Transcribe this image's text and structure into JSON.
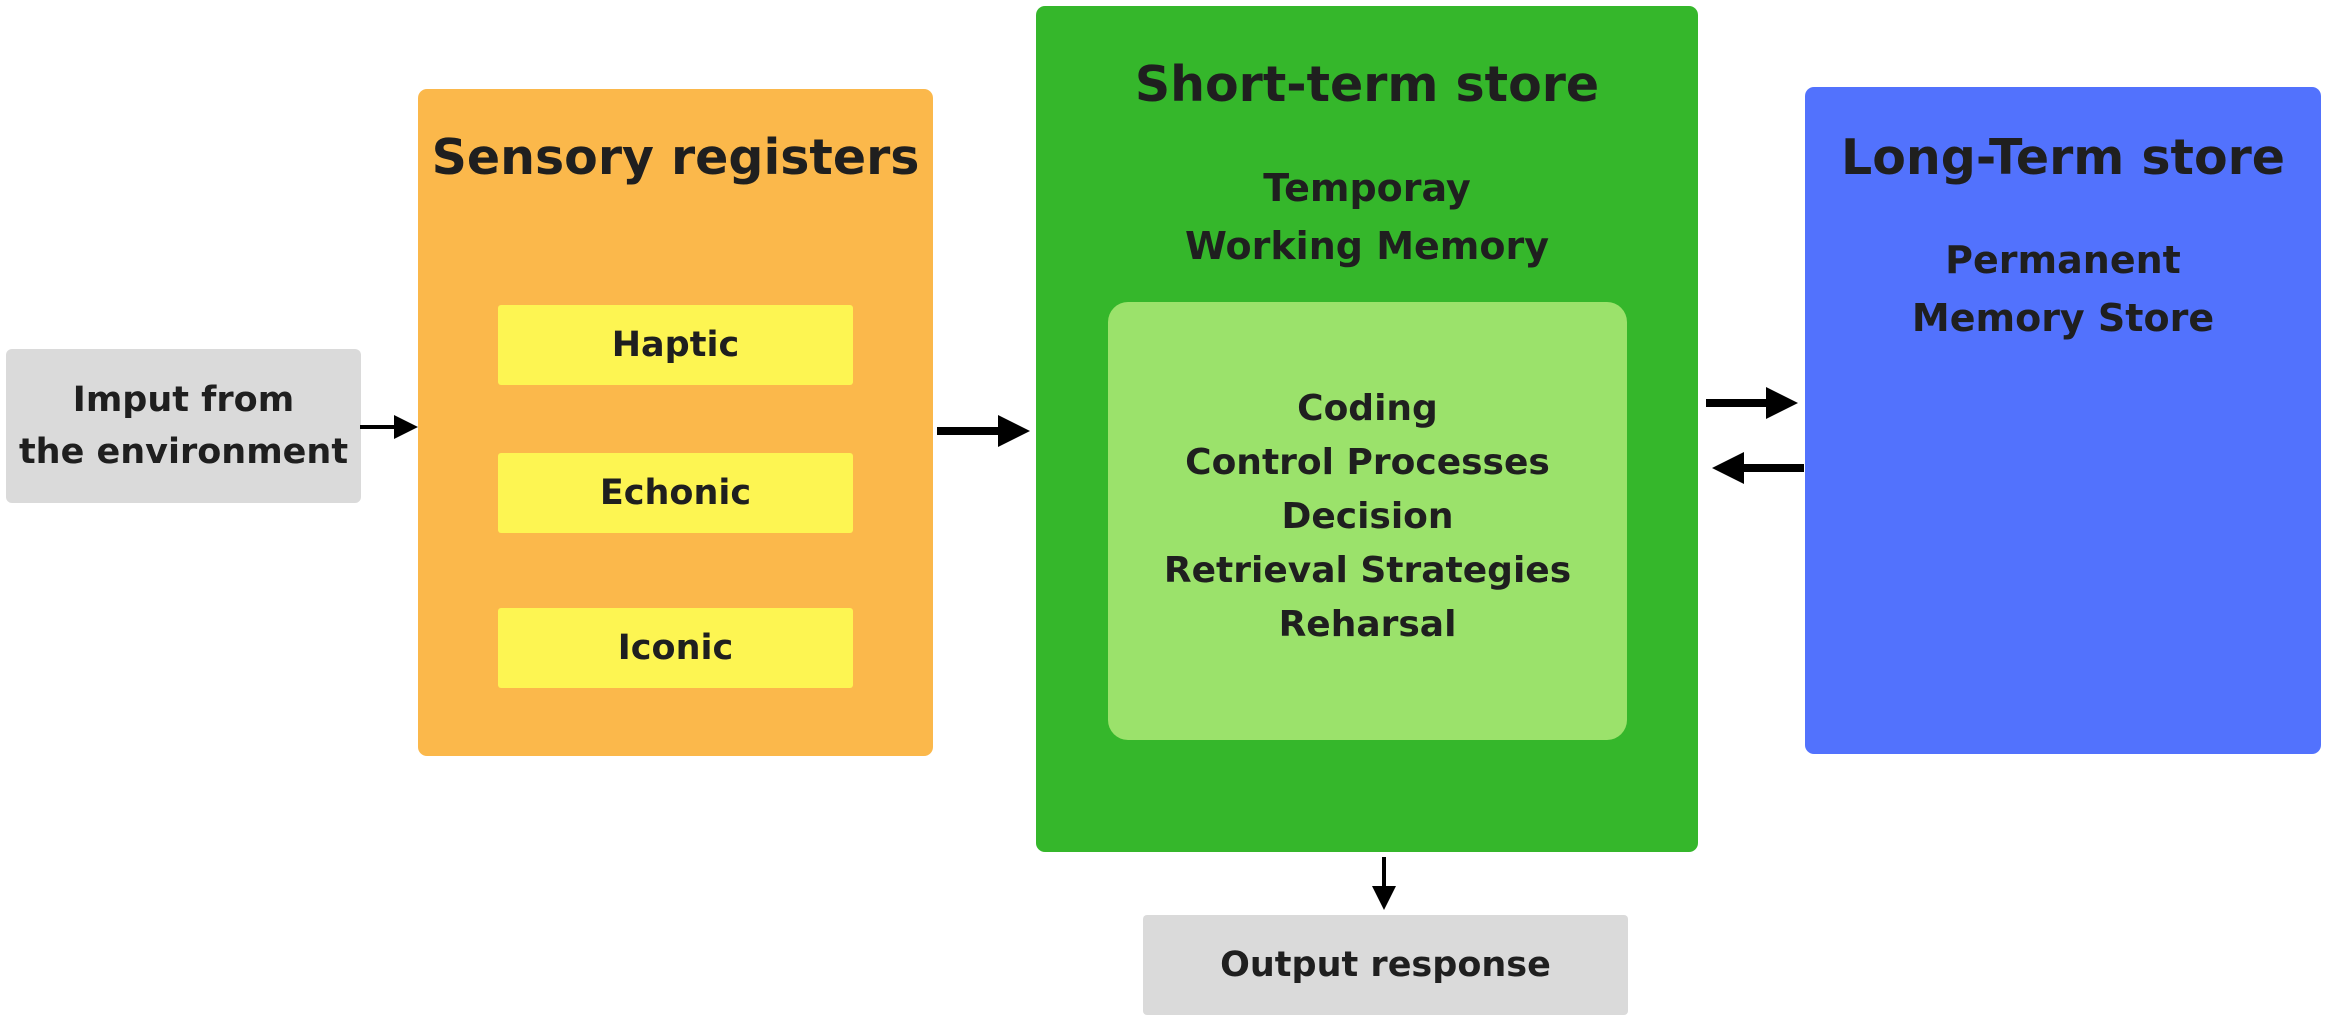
{
  "input": {
    "label": "Imput from\nthe environment"
  },
  "sensory": {
    "title": "Sensory registers",
    "items": [
      "Haptic",
      "Echonic",
      "Iconic"
    ]
  },
  "short_term": {
    "title": "Short-term store",
    "subtitle": "Temporay\nWorking Memory",
    "processes": [
      "Coding",
      "Control Processes",
      "Decision",
      "Retrieval Strategies",
      "Reharsal"
    ]
  },
  "long_term": {
    "title": "Long-Term store",
    "subtitle": "Permanent\nMemory Store"
  },
  "output": {
    "label": "Output response"
  },
  "colors": {
    "input_box": "#dadada",
    "sensory_box": "#fbb84b",
    "sensory_item": "#fdf552",
    "short_term_box": "#35b72b",
    "short_term_inner": "#9be26b",
    "long_term_box": "#5272fd",
    "output_box": "#dadada",
    "arrow": "#000000"
  }
}
